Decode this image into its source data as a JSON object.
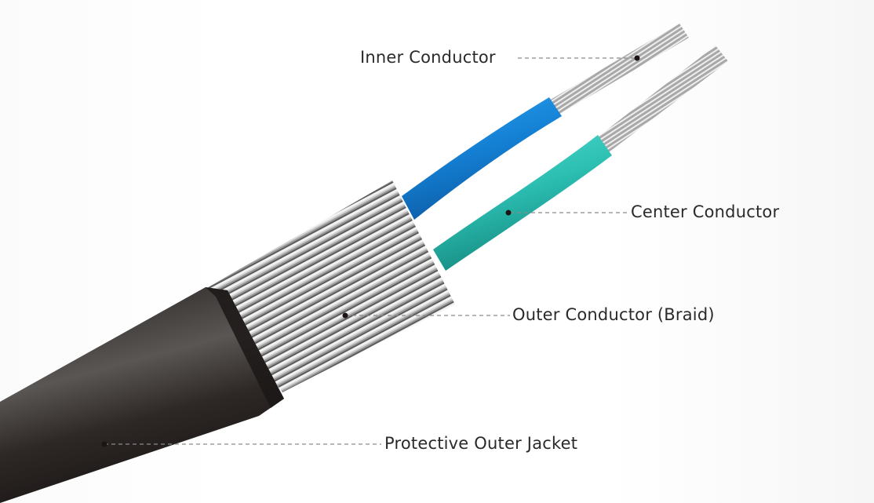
{
  "diagram": {
    "subject": "Coaxial-style cable cross-section",
    "labels": [
      {
        "id": "inner",
        "text": "Inner Conductor"
      },
      {
        "id": "center",
        "text": "Center Conductor"
      },
      {
        "id": "braid",
        "text": "Outer Conductor (Braid)"
      },
      {
        "id": "jacket",
        "text": "Protective Outer Jacket"
      }
    ],
    "colors": {
      "jacket": "#2b2624",
      "braid": "#b8b8b8",
      "inner_insulation": "#1a8be0",
      "center_insulation": "#2ec4b6",
      "wire": "#c9c9c9",
      "label_text": "#2a2a2a",
      "leader_line": "#8a8a8a"
    }
  }
}
